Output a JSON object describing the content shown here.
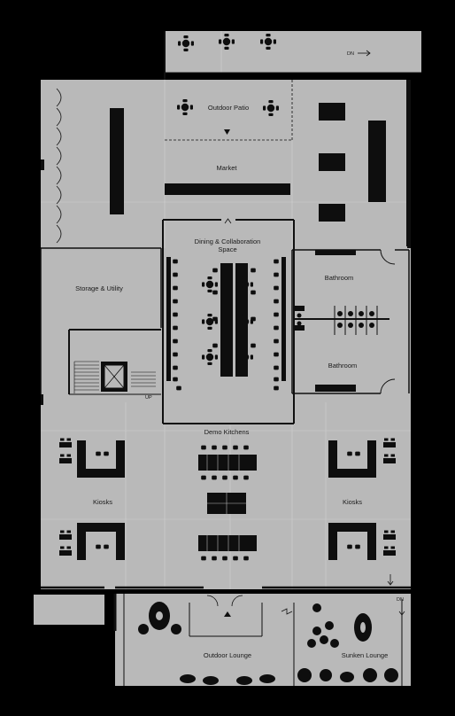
{
  "plan": {
    "rooms": {
      "outdoor_patio": "Outdoor Patio",
      "market": "Market",
      "dining_line1": "Dining & Collaboration",
      "dining_line2": "Space",
      "storage": "Storage & Utility",
      "bathroom_top": "Bathroom",
      "bathroom_bottom": "Bathroom",
      "demo_kitchens": "Demo Kitchens",
      "kiosks_left": "Kiosks",
      "kiosks_right": "Kiosks",
      "outdoor_lounge": "Outdoor Lounge",
      "sunken_lounge": "Sunken Lounge"
    },
    "annotations": {
      "dn_top": "DN",
      "dn_bottom": "DN",
      "up": "UP"
    },
    "colors": {
      "background": "#000000",
      "floor": "#b9b9b9",
      "wall": "#101010",
      "furniture": "#0e0e0e",
      "grid_line": "#d2d2d2"
    }
  }
}
